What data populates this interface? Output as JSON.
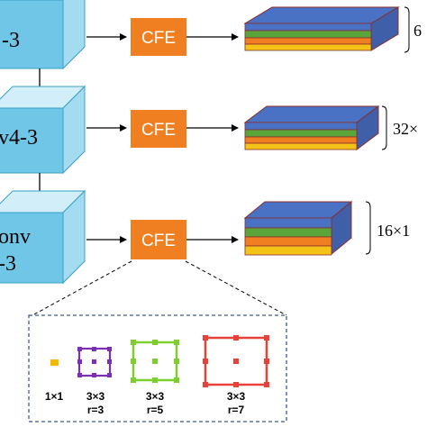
{
  "rows": [
    {
      "block_label": "-3",
      "block_label_2": "",
      "module_label": "CFE",
      "dimension_label": "6"
    },
    {
      "block_label": "v4-3",
      "block_label_2": "",
      "module_label": "CFE",
      "dimension_label": "32×"
    },
    {
      "block_label": "onv",
      "block_label_2": "-3",
      "module_label": "CFE",
      "dimension_label": "16×1"
    }
  ],
  "legend": [
    {
      "line1": "1×1",
      "line2": ""
    },
    {
      "line1": "3×3",
      "line2": "r=3"
    },
    {
      "line1": "3×3",
      "line2": "r=5"
    },
    {
      "line1": "3×3",
      "line2": "r=7"
    }
  ],
  "colors": {
    "cube_front": "#6FC6E6",
    "cube_top": "#D2EEF8",
    "cube_side": "#A3DCF0",
    "cfe": "#F07F22",
    "layer_blue": "#4A72C4",
    "layer_green": "#5AA53A",
    "layer_orange": "#F07F22",
    "layer_yellow": "#F5C218",
    "kernel_1": "#F5B800",
    "kernel_3": "#7A2FB5",
    "kernel_5": "#7DCF2E",
    "kernel_7": "#E8413A"
  }
}
